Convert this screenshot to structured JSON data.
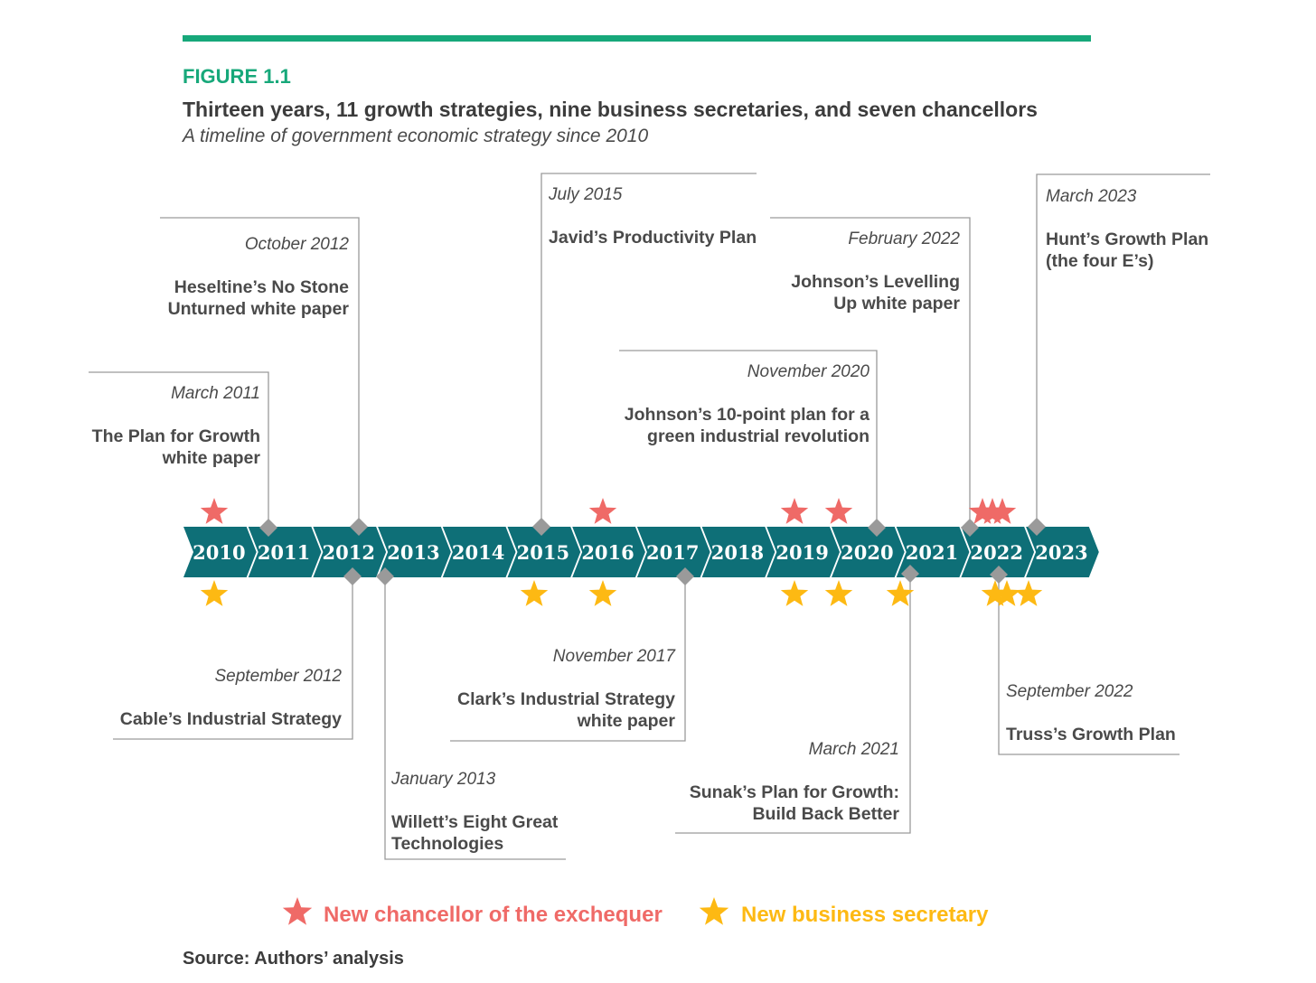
{
  "figure_label": "FIGURE 1.1",
  "title": "Thirteen years, 11 growth strategies, nine business secretaries, and seven chancellors",
  "subtitle": "A timeline of government economic strategy since 2010",
  "source": "Source: Authors’ analysis",
  "colors": {
    "accent": "#17a87a",
    "arrow": "#0e6f77",
    "chancellor_star": "#ef6a67",
    "secretary_star": "#fdb913",
    "marker": "#9a9a9a",
    "leader": "#9a9a9a"
  },
  "years": [
    "2010",
    "2011",
    "2012",
    "2013",
    "2014",
    "2015",
    "2016",
    "2017",
    "2018",
    "2019",
    "2020",
    "2021",
    "2022",
    "2023"
  ],
  "events_above": [
    {
      "date": "March 2011",
      "name": [
        "The Plan for Growth",
        "white paper"
      ]
    },
    {
      "date": "October 2012",
      "name": [
        "Heseltine’s No Stone",
        "Unturned white paper"
      ]
    },
    {
      "date": "July 2015",
      "name": [
        "Javid’s Productivity Plan"
      ]
    },
    {
      "date": "November 2020",
      "name": [
        "Johnson’s 10-point plan for a",
        "green industrial revolution"
      ]
    },
    {
      "date": "February 2022",
      "name": [
        "Johnson’s Levelling",
        "Up white paper"
      ]
    },
    {
      "date": "March 2023",
      "name": [
        "Hunt’s Growth Plan",
        "(the four E’s)"
      ]
    }
  ],
  "events_below": [
    {
      "date": "September 2012",
      "name": [
        "Cable’s Industrial Strategy"
      ]
    },
    {
      "date": "January 2013",
      "name": [
        "Willett’s Eight Great",
        "Technologies"
      ]
    },
    {
      "date": "November 2017",
      "name": [
        "Clark’s Industrial Strategy",
        "white paper"
      ]
    },
    {
      "date": "March 2021",
      "name": [
        "Sunak’s Plan for Growth:",
        "Build Back Better"
      ]
    },
    {
      "date": "September 2022",
      "name": [
        "Truss’s Growth Plan"
      ]
    }
  ],
  "legend": {
    "chancellor": "New chancellor of the exchequer",
    "secretary": "New business secretary"
  }
}
